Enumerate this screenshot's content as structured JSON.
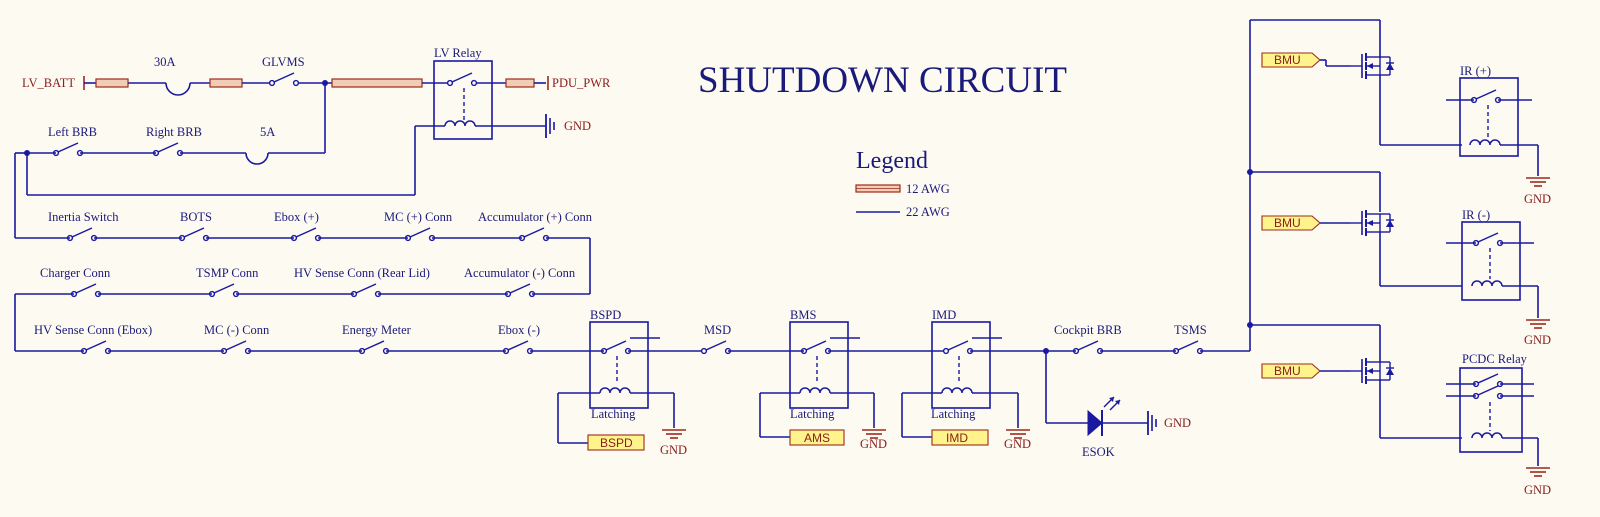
{
  "title": "SHUTDOWN CIRCUIT",
  "legend": {
    "heading": "Legend",
    "awg12": "12 AWG",
    "awg22": "22 AWG"
  },
  "nets": {
    "lv_batt": "LV_BATT",
    "pdu_pwr": "PDU_PWR",
    "gnd": "GND"
  },
  "labels": {
    "fuse_30a": "30A",
    "glvms": "GLVMS",
    "lv_relay": "LV Relay",
    "left_brb": "Left BRB",
    "right_brb": "Right BRB",
    "fuse_5a": "5A",
    "inertia": "Inertia Switch",
    "bots": "BOTS",
    "ebox_pos": "Ebox (+)",
    "mc_pos": "MC (+) Conn",
    "acc_pos": "Accumulator (+) Conn",
    "charger": "Charger Conn",
    "tsmp": "TSMP Conn",
    "hv_rear": "HV Sense Conn (Rear Lid)",
    "acc_neg": "Accumulator (-) Conn",
    "hv_ebox": "HV Sense Conn (Ebox)",
    "mc_neg": "MC (-) Conn",
    "energy": "Energy Meter",
    "ebox_neg": "Ebox (-)",
    "bspd": "BSPD",
    "msd": "MSD",
    "bms": "BMS",
    "imd": "IMD",
    "cockpit": "Cockpit BRB",
    "tsms": "TSMS",
    "latching": "Latching",
    "esok": "ESOK",
    "ir_pos": "IR (+)",
    "ir_neg": "IR (-)",
    "pcdc": "PCDC Relay"
  },
  "flags": {
    "bspd": "BSPD",
    "ams": "AMS",
    "imd": "IMD",
    "bmu": "BMU"
  }
}
